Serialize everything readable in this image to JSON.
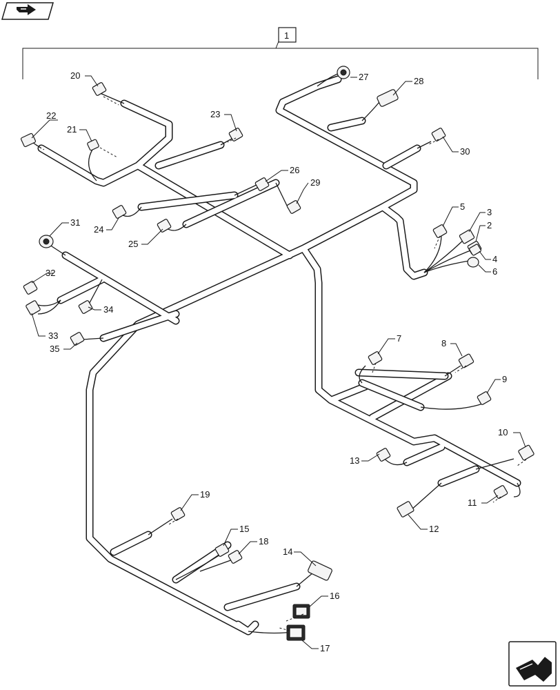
{
  "assembly_ref": "1",
  "callouts": [
    "2",
    "3",
    "4",
    "5",
    "6",
    "7",
    "8",
    "9",
    "10",
    "11",
    "12",
    "13",
    "14",
    "15",
    "16",
    "17",
    "18",
    "19",
    "20",
    "21",
    "22",
    "23",
    "24",
    "25",
    "26",
    "27",
    "28",
    "29",
    "30",
    "31",
    "32",
    "33",
    "34",
    "35"
  ],
  "icons": {
    "top_left": "back-arrow-icon",
    "bottom_right": "next-arrow-icon"
  }
}
